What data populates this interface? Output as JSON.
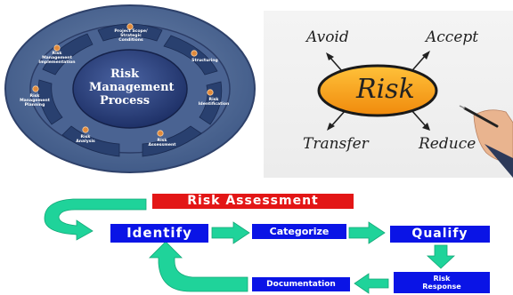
{
  "process_diagram": {
    "center_title": "Risk\nManagement\nProcess",
    "steps": [
      {
        "label": "Project Scope/\nStrategic\nConditions"
      },
      {
        "label": "Structuring"
      },
      {
        "label": "Risk\nIdentification"
      },
      {
        "label": "Risk\nAssessment"
      },
      {
        "label": "Risk\nAnalysis"
      },
      {
        "label": "Risk\nManagement\nPlanning"
      },
      {
        "label": "Risk\nManagement\nImplementation"
      }
    ]
  },
  "risk_panel": {
    "center_word": "Risk",
    "options": {
      "top_left": "Avoid",
      "top_right": "Accept",
      "bottom_left": "Transfer",
      "bottom_right": "Reduce"
    }
  },
  "assessment_flow": {
    "banner": "Risk Assessment",
    "steps": {
      "identify": "Identify",
      "categorize": "Categorize",
      "qualify": "Qualify",
      "risk_response": "Risk\nResponse",
      "documentation": "Documentation"
    },
    "colors": {
      "box": "#0a14e6",
      "arrow": "#1fd39a",
      "banner": "#e31616"
    }
  }
}
